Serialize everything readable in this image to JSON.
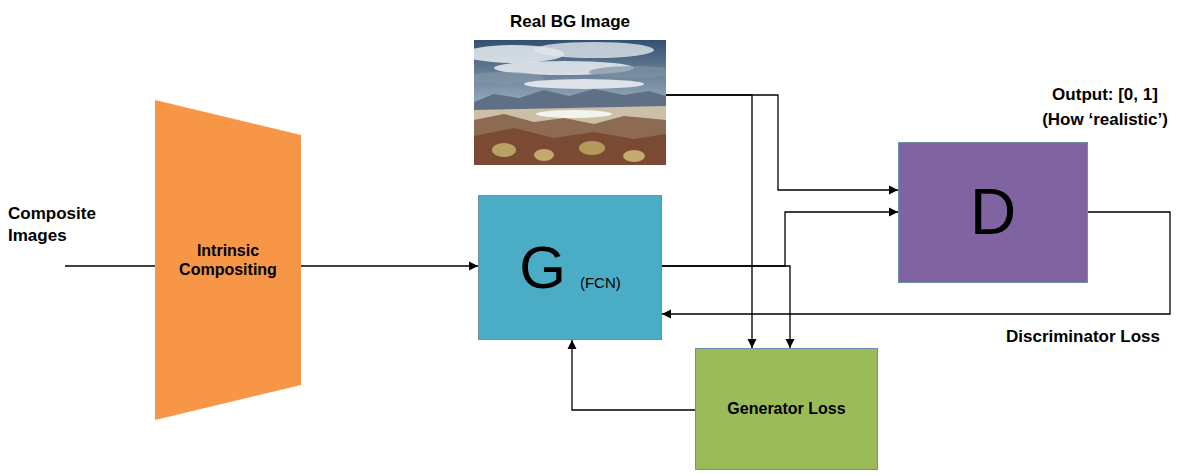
{
  "diagram": {
    "nodes": [
      {
        "text": [
          "Intrinsic Compositing"
        ]
      },
      {
        "text": [
          "Real BG Image"
        ]
      },
      {
        "text": [
          "G",
          "(FCN)"
        ]
      },
      {
        "text": [
          "D"
        ]
      },
      {
        "text": [
          "Generator Loss"
        ]
      }
    ],
    "edges": [
      {
        "from": 0,
        "to": 2,
        "arrow": "to"
      },
      {
        "from": 1,
        "to": 3,
        "arrow": "to"
      },
      {
        "from": 1,
        "to": 4,
        "arrow": "to"
      },
      {
        "from": 2,
        "to": 3,
        "arrow": "to"
      },
      {
        "from": 2,
        "to": 4,
        "arrow": "to"
      },
      {
        "from": 3,
        "to": 2,
        "label": "Discriminator Loss",
        "arrow": "to"
      },
      {
        "from": 4,
        "to": 2,
        "arrow": "to"
      }
    ],
    "labels": [
      "Composite Images",
      "Output: [0, 1]",
      "(How ‘realistic’)"
    ]
  }
}
